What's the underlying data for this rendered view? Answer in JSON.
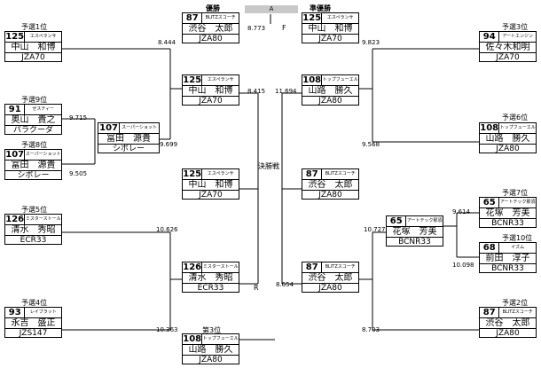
{
  "labels": {
    "q1": "予選1位",
    "q9": "予選9位",
    "q8": "予選8位",
    "q5": "予選5位",
    "q4": "予選4位",
    "q3": "予選3位",
    "q6": "予選6位",
    "q7": "予選7位",
    "q10": "予選10位",
    "q2": "予選2位",
    "winner": "優勝",
    "runner_up": "準優勝",
    "final": "決勝戦",
    "third": "第3位",
    "court_a": "A",
    "mark_f": "F",
    "mark_r": "R"
  },
  "times": {
    "t_8444": "8.444",
    "t_9715": "9.715",
    "t_9699": "9.699",
    "t_9505": "9.505",
    "t_8415": "8.415",
    "t_11694": "11.694",
    "t_10626": "10.626",
    "t_10363": "10.363",
    "t_8654": "8.654",
    "t_9823": "9.823",
    "t_9568": "9.568",
    "t_10727": "10.727",
    "t_9614": "9.614",
    "t_10098": "10.098",
    "t_8703": "8.703",
    "t_8773": "8.773"
  },
  "entries": {
    "q1": {
      "no": "125",
      "team": "エスペランサ",
      "driver": "中山　和博",
      "car": "JZA70"
    },
    "q9": {
      "no": "91",
      "team": "ゼスティー",
      "driver": "奥山　貴之",
      "car": "パラクーダ"
    },
    "q8": {
      "no": "107",
      "team": "スーパーショット",
      "driver": "冨田　源貴",
      "car": "シボレー"
    },
    "r1_q8": {
      "no": "107",
      "team": "スーパーショット",
      "driver": "冨田　源貴",
      "car": "シボレー"
    },
    "q5": {
      "no": "126",
      "team": "ミスターストール",
      "driver": "清水　秀昭",
      "car": "ECR33"
    },
    "q4": {
      "no": "93",
      "team": "レイブラット",
      "driver": "永吉　盛正",
      "car": "JZS147"
    },
    "qf_left_top": {
      "no": "125",
      "team": "エスペランサ",
      "driver": "中山　和博",
      "car": "JZA70"
    },
    "sf_left": {
      "no": "125",
      "team": "エスペランサ",
      "driver": "中山　和博",
      "car": "JZA70"
    },
    "qf_left_bot": {
      "no": "126",
      "team": "ミスターストール",
      "driver": "清水　秀昭",
      "car": "ECR33"
    },
    "q3": {
      "no": "94",
      "team": "アートエンジン",
      "driver": "佐々木和明",
      "car": "JZA70"
    },
    "q6": {
      "no": "108",
      "team": "トップフューエル",
      "driver": "山路　勝久",
      "car": "JZA80"
    },
    "q7": {
      "no": "65",
      "team": "アートテック那須",
      "driver": "花塚　芳美",
      "car": "BCNR33"
    },
    "q10": {
      "no": "68",
      "team": "イズム",
      "driver": "前田　淳子",
      "car": "BCNR33"
    },
    "r1_q7": {
      "no": "65",
      "team": "アートテック那須",
      "driver": "花塚　芳美",
      "car": "BCNR33"
    },
    "q2": {
      "no": "87",
      "team": "BLITZスコーチ",
      "driver": "渋谷　太郎",
      "car": "JZA80"
    },
    "qf_right_top": {
      "no": "108",
      "team": "トップフューエル",
      "driver": "山路　勝久",
      "car": "JZA80"
    },
    "sf_right": {
      "no": "87",
      "team": "BLITZスコーチ",
      "driver": "渋谷　太郎",
      "car": "JZA80"
    },
    "qf_right_bot": {
      "no": "87",
      "team": "BLITZスコーチ",
      "driver": "渋谷　太郎",
      "car": "JZA80"
    },
    "winner": {
      "no": "87",
      "team": "BLITZスコーチ",
      "driver": "渋谷　太郎",
      "car": "JZA80"
    },
    "runner_up": {
      "no": "125",
      "team": "エスペランサ",
      "driver": "中山　和博",
      "car": "JZA70"
    },
    "third": {
      "no": "108",
      "team": "トップフューエル",
      "driver": "山路　勝久",
      "car": "JZA80"
    }
  }
}
